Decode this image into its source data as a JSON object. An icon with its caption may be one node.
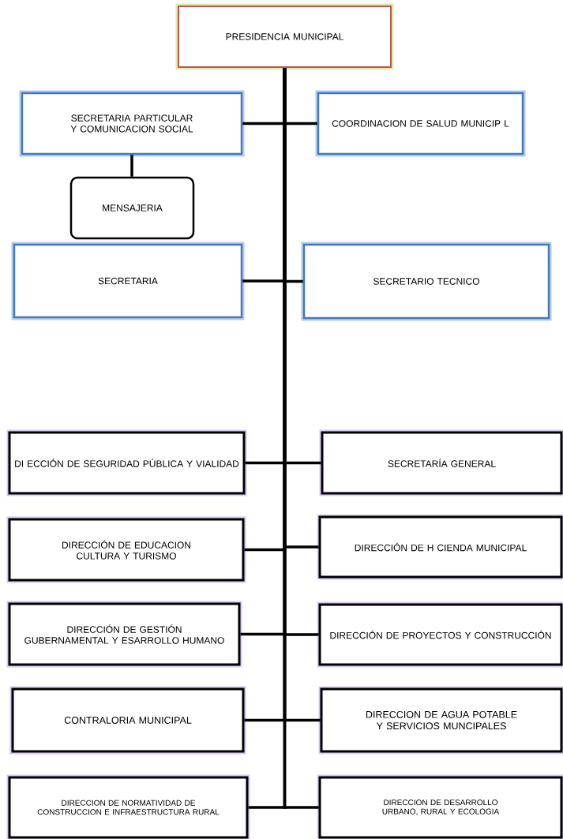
{
  "diagram": {
    "nodes": [
      {
        "text": [
          "PRESIDENCIA MUNICIPAL"
        ]
      },
      {
        "text": [
          "SECRETARIA PARTICULAR Y COMUNICACION SOCIAL"
        ]
      },
      {
        "text": [
          "COORDINACION DE SALUD MUNICIP L"
        ]
      },
      {
        "text": [
          "MENSAJERIA"
        ]
      },
      {
        "text": [
          "SECRETARIA"
        ]
      },
      {
        "text": [
          "SECRETARIO TECNICO"
        ]
      },
      {
        "text": [
          "DI ECCIÓN DE SEGURIDAD PÚBLICA Y VIALIDAD"
        ]
      },
      {
        "text": [
          "SECRETARÍA GENERAL"
        ]
      },
      {
        "text": [
          "DIRECCIÓN DE EDUCACION CULTURA Y TURISMO"
        ]
      },
      {
        "text": [
          "DIRECCIÓN DE H CIENDA MUNICIPAL"
        ]
      },
      {
        "text": [
          "DIRECCIÓN DE GESTIÓN GUBERNAMENTAL Y ESARROLLO HUMANO"
        ]
      },
      {
        "text": [
          "DIRECCIÓN DE PROYECTOS Y CONSTRUCCIÓN"
        ]
      },
      {
        "text": [
          "CONTRALORIA MUNICIPAL"
        ]
      },
      {
        "text": [
          "DIRECCION DE AGUA POTABLE Y SERVICIOS MUNCIPALES"
        ]
      },
      {
        "text": [
          "DIRECCION DE NORMATIVIDAD DE CONSTRUCCION E INFRAESTRUCTURA RURAL"
        ]
      },
      {
        "text": [
          "DIRECCION DE DESARROLLO URBANO, RURAL Y ECOLOGIA"
        ]
      }
    ],
    "edges": [
      {
        "from": 0,
        "to": 1,
        "arrow": "none"
      },
      {
        "from": 0,
        "to": 2,
        "arrow": "none"
      },
      {
        "from": 1,
        "to": 3,
        "arrow": "none"
      },
      {
        "from": 0,
        "to": 4,
        "arrow": "none"
      },
      {
        "from": 0,
        "to": 5,
        "arrow": "none"
      },
      {
        "from": 0,
        "to": 6,
        "arrow": "none"
      },
      {
        "from": 0,
        "to": 7,
        "arrow": "none"
      },
      {
        "from": 0,
        "to": 8,
        "arrow": "none"
      },
      {
        "from": 0,
        "to": 9,
        "arrow": "none"
      },
      {
        "from": 0,
        "to": 10,
        "arrow": "none"
      },
      {
        "from": 0,
        "to": 11,
        "arrow": "none"
      },
      {
        "from": 0,
        "to": 12,
        "arrow": "none"
      },
      {
        "from": 0,
        "to": 13,
        "arrow": "none"
      },
      {
        "from": 0,
        "to": 14,
        "arrow": "none"
      },
      {
        "from": 0,
        "to": 15,
        "arrow": "none"
      }
    ]
  }
}
